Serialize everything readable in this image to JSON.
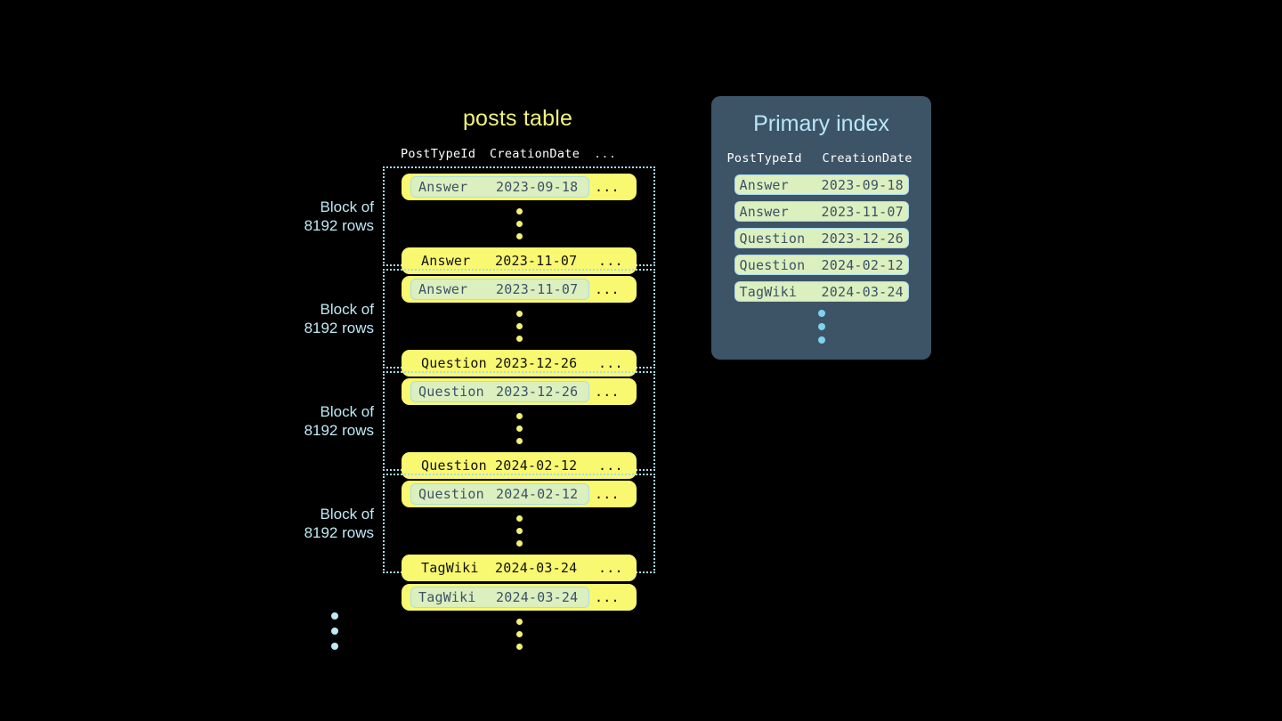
{
  "posts_table": {
    "title": "posts table",
    "columns": [
      "PostTypeId",
      "CreationDate",
      "..."
    ],
    "blocks": [
      {
        "label_line1": "Block of",
        "label_line2": "8192 rows",
        "first_row": {
          "type": "Answer",
          "date": "2023-09-18",
          "dots": "...",
          "highlighted": true
        },
        "last_row": {
          "type": "Answer",
          "date": "2023-11-07",
          "dots": "...",
          "highlighted": false
        }
      },
      {
        "label_line1": "Block of",
        "label_line2": "8192 rows",
        "first_row": {
          "type": "Answer",
          "date": "2023-11-07",
          "dots": "...",
          "highlighted": true
        },
        "last_row": {
          "type": "Question",
          "date": "2023-12-26",
          "dots": "...",
          "highlighted": false
        }
      },
      {
        "label_line1": "Block of",
        "label_line2": "8192 rows",
        "first_row": {
          "type": "Question",
          "date": "2023-12-26",
          "dots": "...",
          "highlighted": true
        },
        "last_row": {
          "type": "Question",
          "date": "2024-02-12",
          "dots": "...",
          "highlighted": false
        }
      },
      {
        "label_line1": "Block of",
        "label_line2": "8192 rows",
        "first_row": {
          "type": "Question",
          "date": "2024-02-12",
          "dots": "...",
          "highlighted": true
        },
        "last_row": {
          "type": "TagWiki",
          "date": "2024-03-24",
          "dots": "...",
          "highlighted": false
        }
      }
    ],
    "trailing_row": {
      "type": "TagWiki",
      "date": "2024-03-24",
      "dots": "...",
      "highlighted": true
    }
  },
  "primary_index": {
    "title": "Primary index",
    "columns": [
      "PostTypeId",
      "CreationDate"
    ],
    "rows": [
      {
        "type": "Answer",
        "date": "2023-09-18"
      },
      {
        "type": "Answer",
        "date": "2023-11-07"
      },
      {
        "type": "Question",
        "date": "2023-12-26"
      },
      {
        "type": "Question",
        "date": "2024-02-12"
      },
      {
        "type": "TagWiki",
        "date": "2024-03-24"
      }
    ]
  },
  "colors": {
    "background": "#000000",
    "row_yellow": "#f9f871",
    "highlight_green": "#dcefbf",
    "accent_blue": "#bfe9f7",
    "panel_slate": "#3d5366",
    "title_yellow": "#f2f27a"
  }
}
